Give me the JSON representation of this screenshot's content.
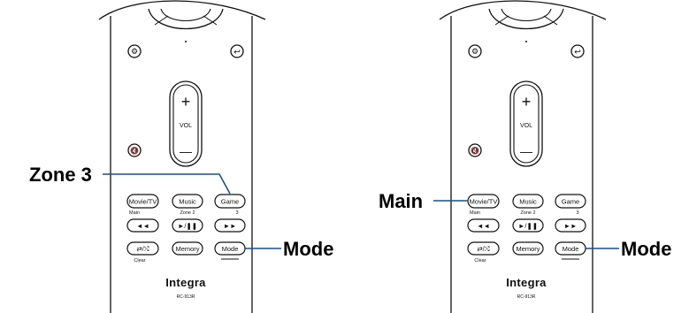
{
  "remotes": [
    {
      "id": "left",
      "buttons": {
        "movie_tv": "Movie/TV",
        "music": "Music",
        "game": "Game",
        "memory": "Memory",
        "mode": "Mode"
      },
      "sublabels": {
        "main": "Main",
        "zone2": "Zone 2",
        "three": "3",
        "clear": "Clear"
      },
      "transport": {
        "prev": "◄◄",
        "play_pause": "►/❚❚",
        "next": "►►",
        "repeat": "⇄/⤭"
      },
      "volume": {
        "plus": "+",
        "label": "VOL",
        "minus": "—"
      },
      "brand": "Integra",
      "model": "RC-913R"
    },
    {
      "id": "right",
      "buttons": {
        "movie_tv": "Movie/TV",
        "music": "Music",
        "game": "Game",
        "memory": "Memory",
        "mode": "Mode"
      },
      "sublabels": {
        "main": "Main",
        "zone2": "Zone 2",
        "three": "3",
        "clear": "Clear"
      },
      "transport": {
        "prev": "◄◄",
        "play_pause": "►/❚❚",
        "next": "►►",
        "repeat": "⇄/⤭"
      },
      "volume": {
        "plus": "+",
        "label": "VOL",
        "minus": "—"
      },
      "brand": "Integra",
      "model": "RC-913R"
    }
  ],
  "callouts": {
    "left_zone3": "Zone 3",
    "left_mode": "Mode",
    "right_main": "Main",
    "right_mode": "Mode"
  },
  "colors": {
    "leader_line": "#1b4f8a",
    "ink": "#111111"
  }
}
